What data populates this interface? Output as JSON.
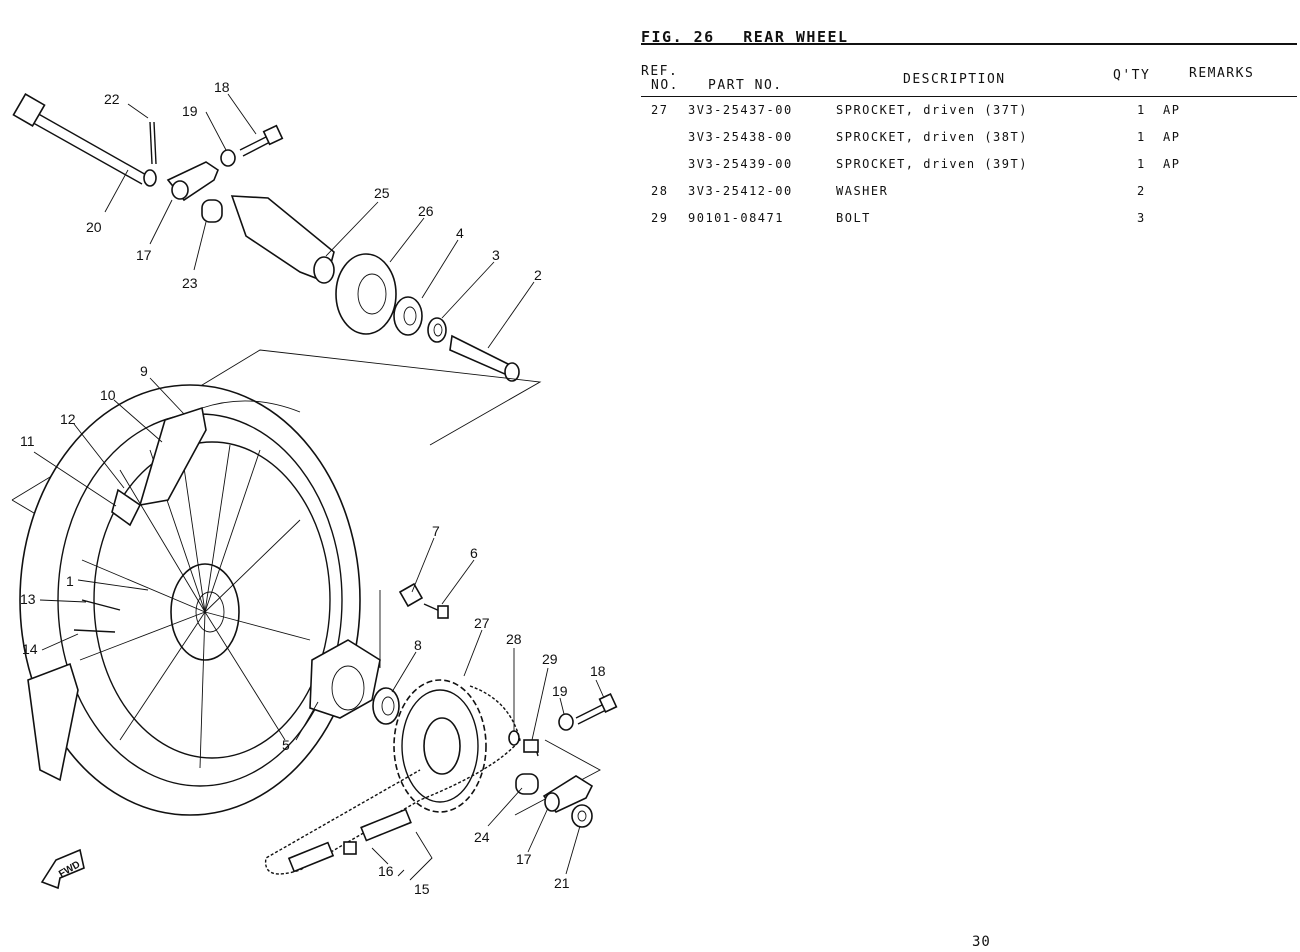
{
  "figure": {
    "number": "FIG. 26",
    "title": "REAR WHEEL"
  },
  "columns": {
    "ref_line1": "REF.",
    "ref_line2": "NO.",
    "part_no": "PART NO.",
    "description": "DESCRIPTION",
    "qty": "Q'TY",
    "remarks": "REMARKS"
  },
  "parts": [
    {
      "ref": "27",
      "part_no": "3V3-25437-00",
      "description": "SPROCKET, driven (37T)",
      "qty": "1",
      "remarks": "AP"
    },
    {
      "ref": "",
      "part_no": "3V3-25438-00",
      "description": "SPROCKET, driven (38T)",
      "qty": "1",
      "remarks": "AP"
    },
    {
      "ref": "",
      "part_no": "3V3-25439-00",
      "description": "SPROCKET, driven (39T)",
      "qty": "1",
      "remarks": "AP"
    },
    {
      "ref": "28",
      "part_no": "3V3-25412-00",
      "description": "WASHER",
      "qty": "2",
      "remarks": ""
    },
    {
      "ref": "29",
      "part_no": "90101-08471",
      "description": "BOLT",
      "qty": "3",
      "remarks": ""
    }
  ],
  "callouts": {
    "c1": "1",
    "c2": "2",
    "c3": "3",
    "c4": "4",
    "c5": "5",
    "c6": "6",
    "c7": "7",
    "c8": "8",
    "c9": "9",
    "c10": "10",
    "c11": "11",
    "c12": "12",
    "c13": "13",
    "c14": "14",
    "c15": "15",
    "c16": "16",
    "c17": "17",
    "c17b": "17",
    "c18": "18",
    "c18b": "18",
    "c19": "19",
    "c19b": "19",
    "c20": "20",
    "c21": "21",
    "c22": "22",
    "c23": "23",
    "c24": "24",
    "c25": "25",
    "c26": "26",
    "c27": "27",
    "c28": "28",
    "c29": "29"
  },
  "fwd_label": "FWD",
  "page_number": "30"
}
